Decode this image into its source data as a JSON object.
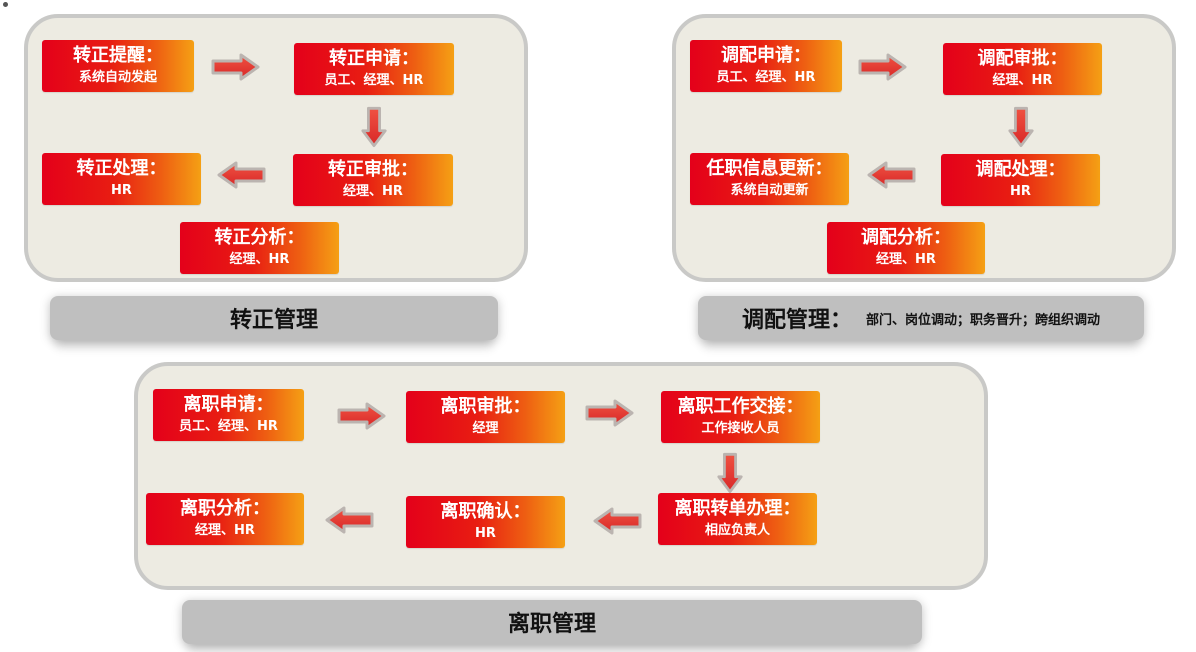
{
  "probation": {
    "title": "转正管理",
    "nodes": [
      {
        "title": "转正提醒：",
        "sub": "系统自动发起"
      },
      {
        "title": "转正申请：",
        "sub": "员工、经理、HR"
      },
      {
        "title": "转正审批：",
        "sub": "经理、HR"
      },
      {
        "title": "转正处理：",
        "sub": "HR"
      },
      {
        "title": "转正分析：",
        "sub": "经理、HR"
      }
    ]
  },
  "transfer": {
    "title": "调配管理：",
    "subtitle": "部门、岗位调动；职务晋升；跨组织调动",
    "nodes": [
      {
        "title": "调配申请：",
        "sub": "员工、经理、HR"
      },
      {
        "title": "调配审批：",
        "sub": "经理、HR"
      },
      {
        "title": "调配处理：",
        "sub": "HR"
      },
      {
        "title": "任职信息更新：",
        "sub": "系统自动更新"
      },
      {
        "title": "调配分析：",
        "sub": "经理、HR"
      }
    ]
  },
  "resignation": {
    "title": "离职管理",
    "nodes": [
      {
        "title": "离职申请：",
        "sub": "员工、经理、HR"
      },
      {
        "title": "离职审批：",
        "sub": "经理"
      },
      {
        "title": "离职工作交接：",
        "sub": "工作接收人员"
      },
      {
        "title": "离职转单办理：",
        "sub": "相应负责人"
      },
      {
        "title": "离职确认：",
        "sub": "HR"
      },
      {
        "title": "离职分析：",
        "sub": "经理、HR"
      }
    ]
  },
  "colors": {
    "node_start": "#e4001a",
    "node_end": "#f5a014",
    "panel_bg": "#edebe2",
    "panel_border": "#c9c9c7",
    "label_bg": "#bfbfbf",
    "arrow": "#e8302a"
  }
}
